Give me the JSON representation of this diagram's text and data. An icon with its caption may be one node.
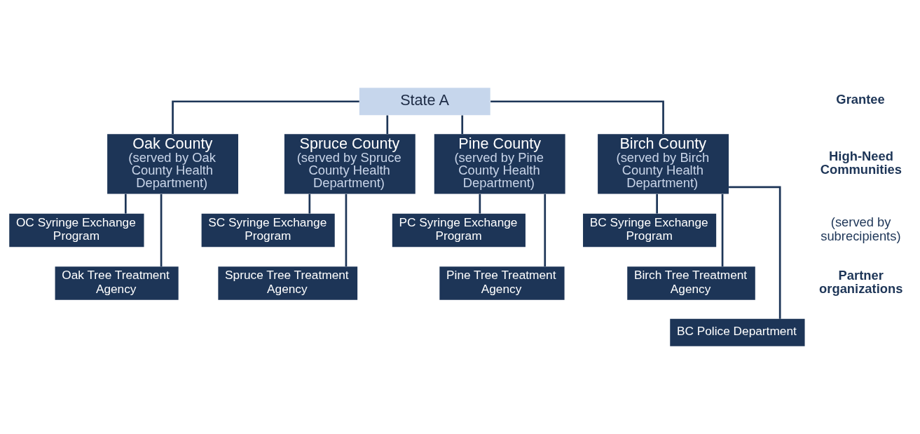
{
  "diagram": {
    "nodes": [
      {
        "text": [
          "State A"
        ]
      },
      {
        "text": [
          "Oak County",
          "(served by Oak County Health Department)"
        ]
      },
      {
        "text": [
          "Spruce County",
          "(served by Spruce County Health Department)"
        ]
      },
      {
        "text": [
          "Pine County",
          "(served by Pine County Health Department)"
        ]
      },
      {
        "text": [
          "Birch County",
          "(served by Birch County Health Department)"
        ]
      },
      {
        "text": [
          "OC Syringe Exchange Program"
        ]
      },
      {
        "text": [
          "Oak Tree Treatment Agency"
        ]
      },
      {
        "text": [
          "SC Syringe Exchange Program"
        ]
      },
      {
        "text": [
          "Spruce Tree Treatment Agency"
        ]
      },
      {
        "text": [
          "PC Syringe Exchange Program"
        ]
      },
      {
        "text": [
          "Pine Tree Treatment Agency"
        ]
      },
      {
        "text": [
          "BC Syringe Exchange Program"
        ]
      },
      {
        "text": [
          "Birch Tree Treatment Agency"
        ]
      },
      {
        "text": [
          "BC Police Department"
        ]
      }
    ],
    "edges": [
      {
        "from": 0,
        "to": 1,
        "arrow": "none"
      },
      {
        "from": 0,
        "to": 2,
        "arrow": "none"
      },
      {
        "from": 0,
        "to": 3,
        "arrow": "none"
      },
      {
        "from": 0,
        "to": 4,
        "arrow": "none"
      },
      {
        "from": 1,
        "to": 5,
        "arrow": "none"
      },
      {
        "from": 1,
        "to": 6,
        "arrow": "none"
      },
      {
        "from": 2,
        "to": 7,
        "arrow": "none"
      },
      {
        "from": 2,
        "to": 8,
        "arrow": "none"
      },
      {
        "from": 3,
        "to": 9,
        "arrow": "none"
      },
      {
        "from": 3,
        "to": 10,
        "arrow": "none"
      },
      {
        "from": 4,
        "to": 11,
        "arrow": "none"
      },
      {
        "from": 4,
        "to": 12,
        "arrow": "none"
      },
      {
        "from": 4,
        "to": 13,
        "arrow": "none"
      }
    ],
    "labels": [
      "Grantee",
      "High-Need Communities",
      "(served by subrecipients)",
      "Partner organizations"
    ]
  }
}
